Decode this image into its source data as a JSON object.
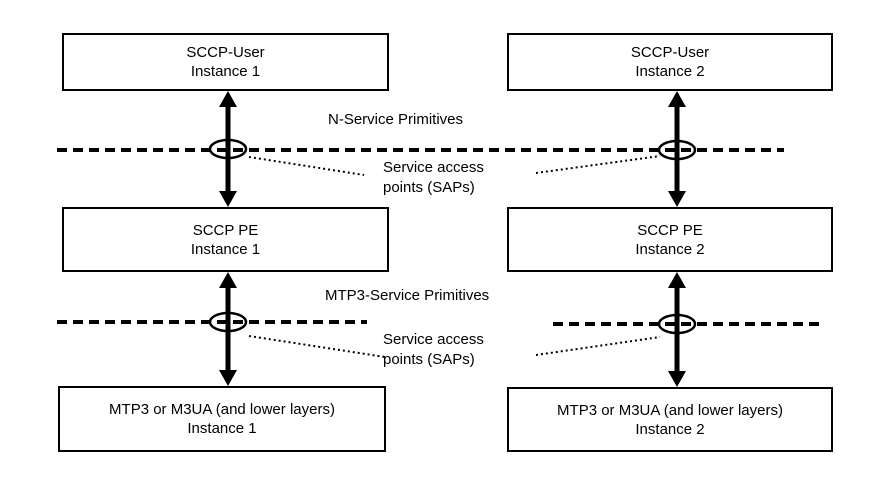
{
  "diagram": {
    "background_color": "#ffffff",
    "line_color": "#000000",
    "boxes": {
      "sccp_user_1": {
        "line1": "SCCP-User",
        "line2": "Instance 1"
      },
      "sccp_user_2": {
        "line1": "SCCP-User",
        "line2": "Instance 2"
      },
      "sccp_pe_1": {
        "line1": "SCCP PE",
        "line2": "Instance 1"
      },
      "sccp_pe_2": {
        "line1": "SCCP PE",
        "line2": "Instance 2"
      },
      "mtp3_1": {
        "line1": "MTP3 or M3UA (and lower layers)",
        "line2": "Instance 1"
      },
      "mtp3_2": {
        "line1": "MTP3 or M3UA (and lower layers)",
        "line2": "Instance 2"
      }
    },
    "labels": {
      "n_service_primitives": "N-Service Primitives",
      "mtp3_service_primitives": "MTP3-Service Primitives",
      "sap_upper": {
        "line1": "Service access",
        "line2": "points (SAPs)"
      },
      "sap_lower": {
        "line1": "Service access",
        "line2": "points (SAPs)"
      }
    }
  }
}
